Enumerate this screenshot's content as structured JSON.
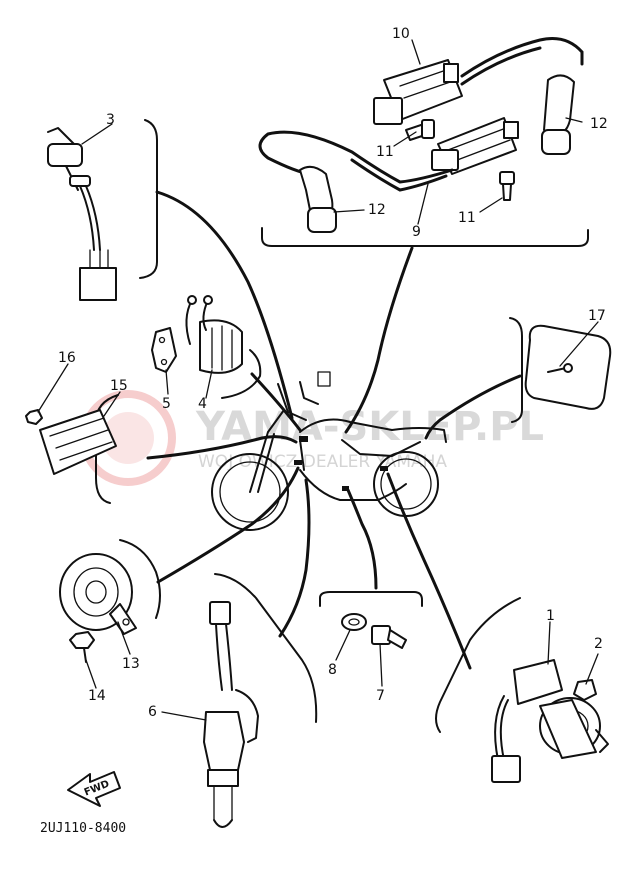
{
  "diagram": {
    "part_code": "2UJ110-8400",
    "fwd_label": "FWD",
    "watermark": {
      "line1": "YAMA-SKLEP.PL",
      "line2": "WOJ   OWICZ   DEALER YAMAHA"
    },
    "callouts": {
      "c1": "1",
      "c2": "2",
      "c3": "3",
      "c4": "4",
      "c5": "5",
      "c6": "6",
      "c7": "7",
      "c8": "8",
      "c9": "9",
      "c10": "10",
      "c11a": "11",
      "c11b": "11",
      "c12a": "12",
      "c12b": "12",
      "c13": "13",
      "c14": "14",
      "c15": "15",
      "c16": "16",
      "c17": "17"
    }
  }
}
